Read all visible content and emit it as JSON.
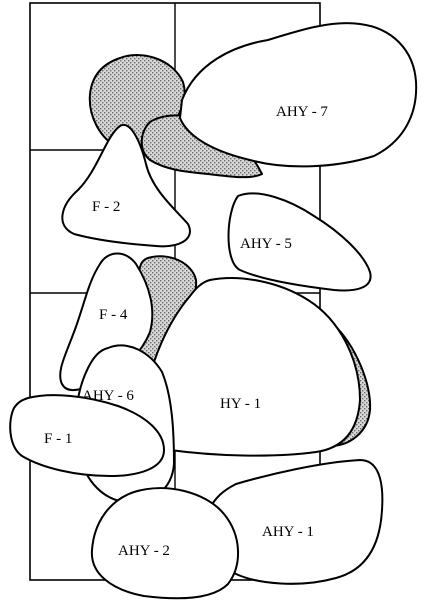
{
  "labels": {
    "ahy7": "AHY - 7",
    "f2": "F - 2",
    "ahy5": "AHY - 5",
    "f4": "F - 4",
    "hy1": "HY - 1",
    "ahy6": "AHY - 6",
    "f1": "F - 1",
    "ahy2": "AHY - 2",
    "ahy1": "AHY - 1"
  },
  "colors": {
    "outline": "#000000",
    "fill": "#ffffff",
    "stipple": "#9a9a9a"
  }
}
